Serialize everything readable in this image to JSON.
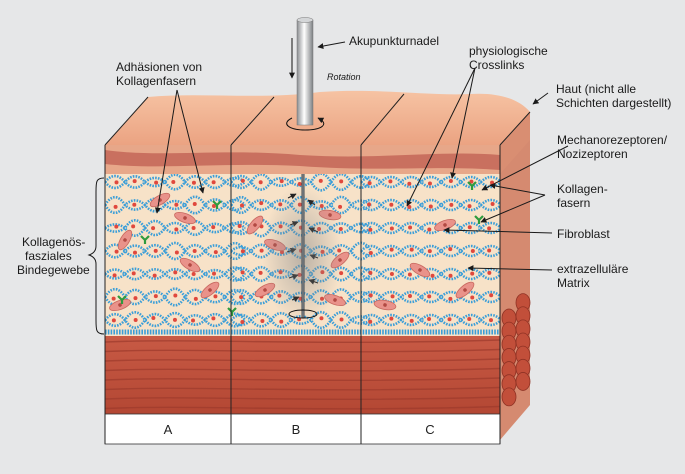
{
  "labels": {
    "needle": "Akupunkturnadel",
    "rotation": "Rotation",
    "adhesions_line1": "Adhäsionen von",
    "adhesions_line2": "Kollagenfasern",
    "crosslinks_line1": "physiologische",
    "crosslinks_line2": "Crosslinks",
    "skin_line1": "Haut (nicht alle",
    "skin_line2": "Schichten dargestellt)",
    "mechano_line1": "Mechanorezeptoren/",
    "mechano_line2": "Nozizeptoren",
    "collagen_line1": "Kollagen-",
    "collagen_line2": "fasern",
    "fibroblast": "Fibroblast",
    "ecm_line1": "extrazelluläre",
    "ecm_line2": "Matrix",
    "tissue_line1": "Kollagenös-",
    "tissue_line2": "fasziales",
    "tissue_line3": "Bindegewebe"
  },
  "panels": [
    "A",
    "B",
    "C"
  ],
  "colors": {
    "background": "#e6e7e8",
    "skin_top": "#f2b592",
    "skin_band": "#c9705f",
    "matrix": "#f7e2c8",
    "fiber": "#3b9ed8",
    "crosslink": "#e0483d",
    "fibroblast": "#e9928a",
    "receptor": "#2e9b3e",
    "muscle": "#c5533f",
    "muscle_dark": "#9c3a2c",
    "label_box": "#ffffff"
  }
}
